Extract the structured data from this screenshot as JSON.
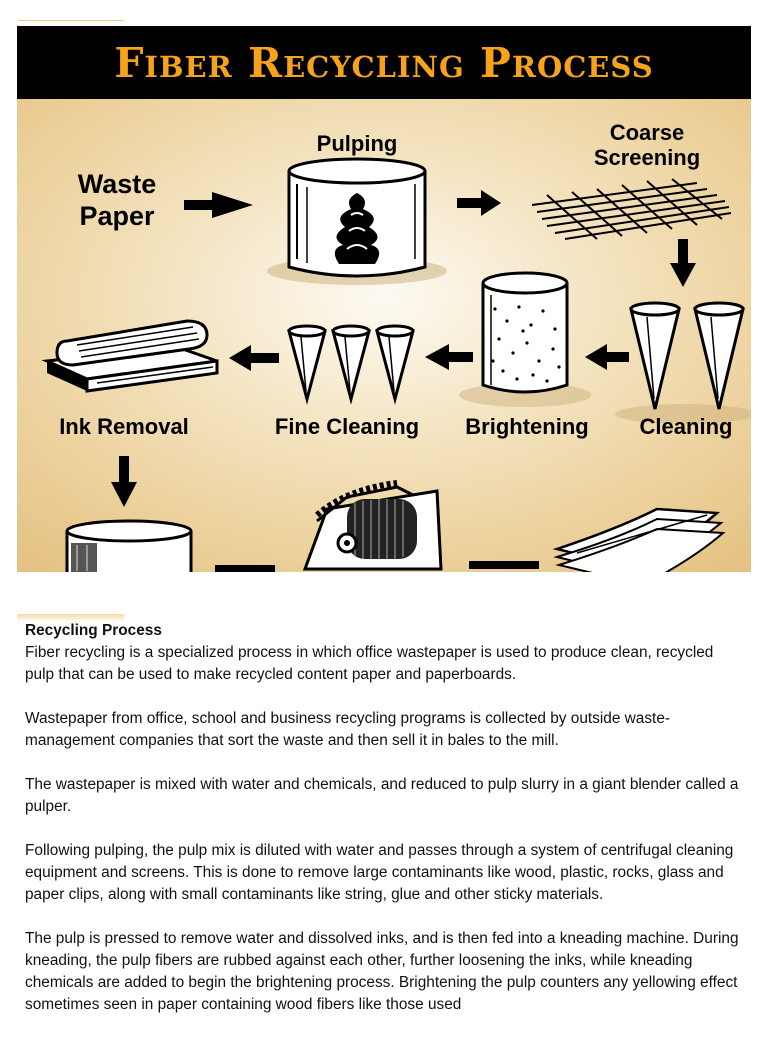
{
  "banner": {
    "title": "Fiber Recycling Process"
  },
  "diagram": {
    "labels": {
      "waste_paper_line1": "Waste",
      "waste_paper_line2": "Paper",
      "pulping": "Pulping",
      "coarse_line1": "Coarse",
      "coarse_line2": "Screening",
      "ink_removal": "Ink Removal",
      "fine_cleaning": "Fine Cleaning",
      "brightening": "Brightening",
      "cleaning": "Cleaning"
    },
    "colors": {
      "background": "#e9c98c",
      "highlight": "#fbf6ea",
      "ink": "#000000"
    }
  },
  "article": {
    "heading": "Recycling Process",
    "paragraphs": [
      "Fiber recycling is a specialized process in which office wastepaper is used to produce clean, recycled pulp that can be used to make recycled content paper and paperboards.",
      "Wastepaper from office, school and business recycling programs is collected by outside waste-management companies that sort the waste and then sell it in bales to the mill.",
      "The wastepaper is mixed with water and chemicals, and reduced to pulp slurry in a giant blender called a pulper.",
      "Following pulping, the pulp mix is diluted with water and passes through a system of centrifugal cleaning equipment and screens. This is done to remove large contaminants like wood, plastic, rocks, glass and paper clips, along with small contaminants like string, glue and other sticky materials.",
      "The pulp is pressed to remove water and dissolved inks, and is then fed into a kneading machine. During kneading, the pulp fibers are rubbed against each other, further loosening the inks, while kneading chemicals are added to begin the brightening process. Brightening the pulp counters any yellowing effect sometimes seen in paper containing wood fibers like those used"
    ]
  }
}
